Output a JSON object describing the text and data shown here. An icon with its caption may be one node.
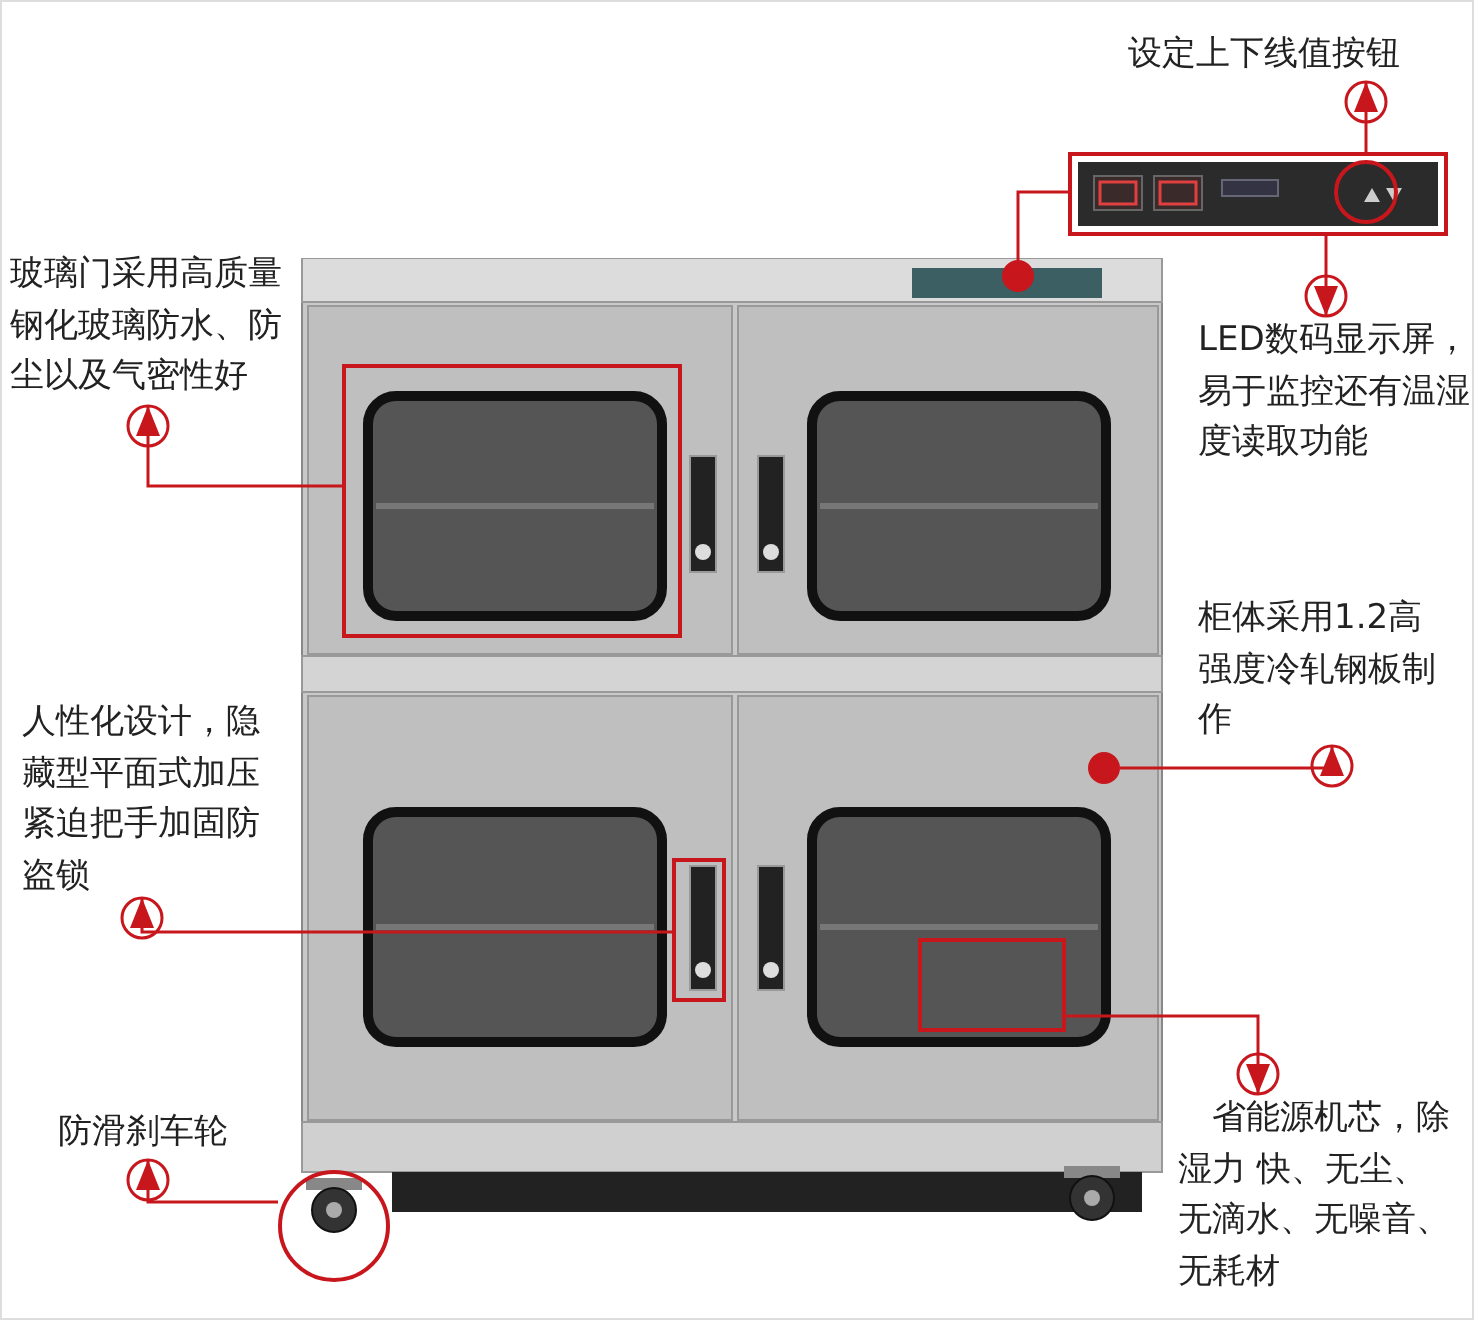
{
  "diagram": {
    "nodes": [
      {
        "text": [
          "设定上下线值按钮"
        ]
      },
      {
        "text": [],
        "shape": "box"
      },
      {
        "text": [],
        "shape": "circle",
        "in": 1
      },
      {
        "text": [],
        "shape": "circle"
      },
      {
        "text": [
          "LED数码显示屏，易于监控还有温湿度读取功能"
        ]
      },
      {
        "text": [
          "玻璃门采用高质量钢化玻璃防水、防尘以及气密性好"
        ]
      },
      {
        "text": [],
        "shape": "box"
      },
      {
        "text": [
          "柜体采用1.2高强度冷轧钢板制作"
        ]
      },
      {
        "text": [],
        "shape": "circle"
      },
      {
        "text": [
          "人性化设计，隐藏型平面式加压紧迫把手加固防盗锁"
        ]
      },
      {
        "text": [],
        "shape": "box"
      },
      {
        "text": [
          "防滑刹车轮"
        ]
      },
      {
        "text": [],
        "shape": "circle"
      },
      {
        "text": [
          "省能源机芯，除湿力 快、无尘、无滴水、无噪音、无耗材"
        ]
      },
      {
        "text": [],
        "shape": "box"
      }
    ],
    "edges": [
      {
        "from": 2,
        "to": 0,
        "arrow": "to"
      },
      {
        "from": 1,
        "to": 4,
        "arrow": "to"
      },
      {
        "from": 3,
        "to": 1,
        "arrow": "none"
      },
      {
        "from": 6,
        "to": 5,
        "arrow": "to"
      },
      {
        "from": 8,
        "to": 7,
        "arrow": "to"
      },
      {
        "from": 10,
        "to": 9,
        "arrow": "to"
      },
      {
        "from": 12,
        "to": 11,
        "arrow": "to"
      },
      {
        "from": 14,
        "to": 13,
        "arrow": "to"
      }
    ]
  }
}
